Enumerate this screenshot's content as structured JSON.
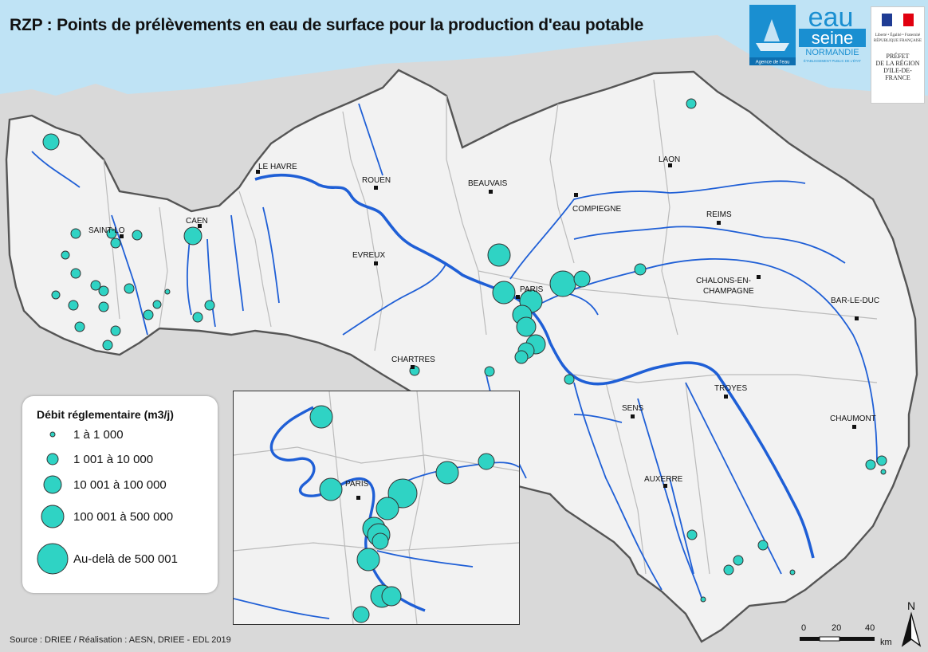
{
  "title": "RZP : Points de prélèvements en eau de surface pour la production d'eau potable",
  "logos": {
    "eau_line1": "eau",
    "eau_line2": "seine",
    "eau_line3": "NORMANDIE",
    "eau_caption_left": "Agence de l'eau",
    "eau_caption_right": "ÉTABLISSEMENT PUBLIC DE L'ÉTAT",
    "republique_motto": "Liberté • Égalité • Fraternité",
    "republique": "RÉPUBLIQUE FRANÇAISE",
    "prefet_line1": "PRÉFET",
    "prefet_line2": "DE LA RÉGION",
    "prefet_line3": "D'ILE-DE-FRANCE"
  },
  "cities": [
    {
      "name": "LE HAVRE"
    },
    {
      "name": "ROUEN"
    },
    {
      "name": "BEAUVAIS"
    },
    {
      "name": "LAON"
    },
    {
      "name": "COMPIEGNE"
    },
    {
      "name": "REIMS"
    },
    {
      "name": "SAINT-LO"
    },
    {
      "name": "CAEN"
    },
    {
      "name": "EVREUX"
    },
    {
      "name": "PARIS"
    },
    {
      "name": "CHALONS-EN-"
    },
    {
      "name": "CHAMPAGNE"
    },
    {
      "name": "BAR-LE-DUC"
    },
    {
      "name": "CHARTRES"
    },
    {
      "name": "TROYES"
    },
    {
      "name": "SENS"
    },
    {
      "name": "CHAUMONT"
    },
    {
      "name": "AUXERRE"
    }
  ],
  "inset": {
    "city_label": "PARIS"
  },
  "legend": {
    "title": "Débit réglementaire (m3/j)",
    "items": [
      {
        "label": "1 à 1 000"
      },
      {
        "label": "1 001 à 10  000"
      },
      {
        "label": "10 001 à 100 000"
      },
      {
        "label": "100 001 à 500 000"
      },
      {
        "label": "Au-delà de 500 001"
      }
    ]
  },
  "scale": {
    "ticks": [
      "0",
      "20",
      "40"
    ],
    "unit": "km"
  },
  "north": "N",
  "source": "Source : DRIEE / Réalisation : AESN, DRIEE - EDL 2019",
  "colors": {
    "sea": "#bfe3f5",
    "basin": "#f2f2f2",
    "outside": "#d9d9d9",
    "river": "#1f5fd6",
    "point": "#2fd3c4"
  }
}
